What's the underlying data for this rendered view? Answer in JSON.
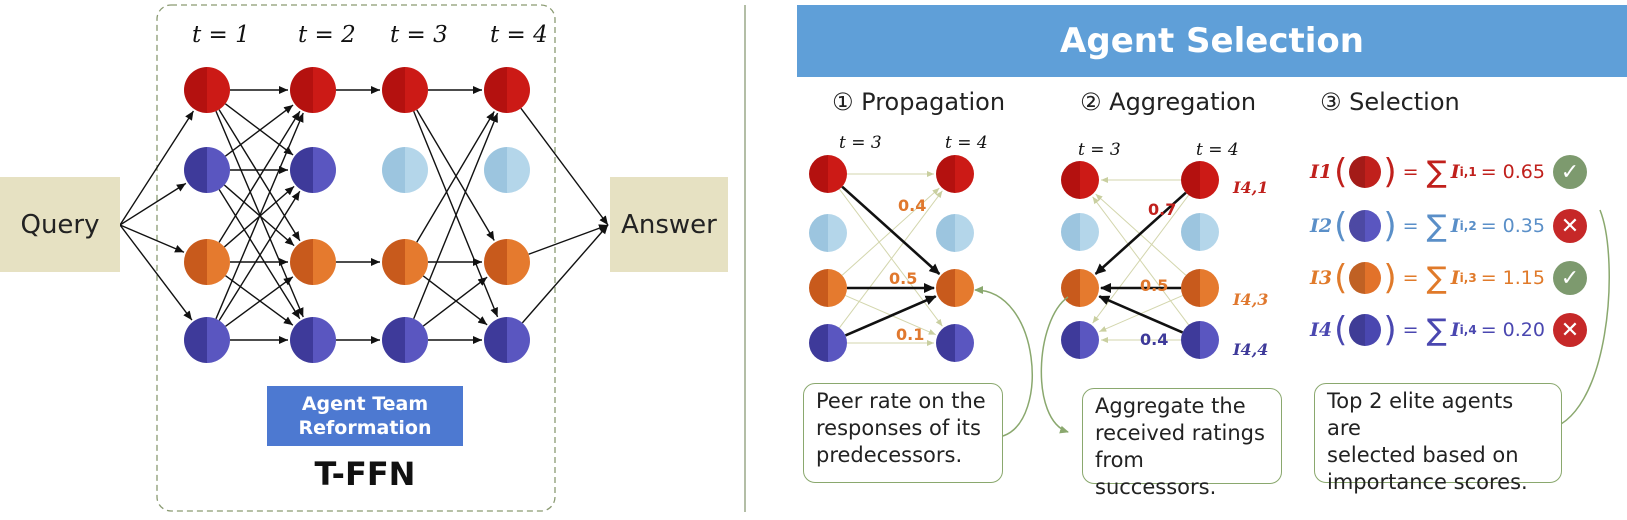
{
  "left": {
    "query_label": "Query",
    "answer_label": "Answer",
    "time_labels": [
      "t = 1",
      "t = 2",
      "t = 3",
      "t = 4"
    ],
    "team_box": [
      "Agent Team",
      "Reformation"
    ],
    "network_label": "T-FFN"
  },
  "right": {
    "banner_title": "Agent Selection",
    "steps": [
      "① Propagation",
      "② Aggregation",
      "③ Selection"
    ],
    "propagation": {
      "t_left": "t = 3",
      "t_right": "t = 4",
      "weights": [
        "0.4",
        "0.5",
        "0.1"
      ],
      "callout": [
        "Peer rate on the",
        "responses of its",
        "predecessors."
      ]
    },
    "aggregation": {
      "t_left": "t = 3",
      "t_right": "t = 4",
      "weights": [
        "0.7",
        "0.5",
        "0.4"
      ],
      "node_labels": [
        "I4,1",
        "I4,3",
        "I4,4"
      ],
      "callout": [
        "Aggregate the",
        "received  ratings",
        "from successors."
      ]
    },
    "selection": {
      "rows": [
        {
          "lhs": "I1",
          "sub": "i,1",
          "value": "0.65",
          "status": "check",
          "color": "#c0201c"
        },
        {
          "lhs": "I2",
          "sub": "i,2",
          "value": "0.35",
          "status": "cross",
          "color": "#5a8fc8"
        },
        {
          "lhs": "I3",
          "sub": "i,3",
          "value": "1.15",
          "status": "check",
          "color": "#e07a2a"
        },
        {
          "lhs": "I4",
          "sub": "i,4",
          "value": "0.20",
          "status": "cross",
          "color": "#4a47b0"
        }
      ],
      "callout": [
        "Top 2 elite agents are",
        "selected based on",
        "importance scores."
      ]
    }
  },
  "colors": {
    "red": "#c0201c",
    "blue": "#5a56c0",
    "light_blue": "#a9cfe6",
    "orange": "#e2722a",
    "green_check": "#7d9a6e",
    "red_cross": "#c62828",
    "banner": "#5f9fd8",
    "team_box": "#4d79d1",
    "sand": "#e6e1c2"
  }
}
